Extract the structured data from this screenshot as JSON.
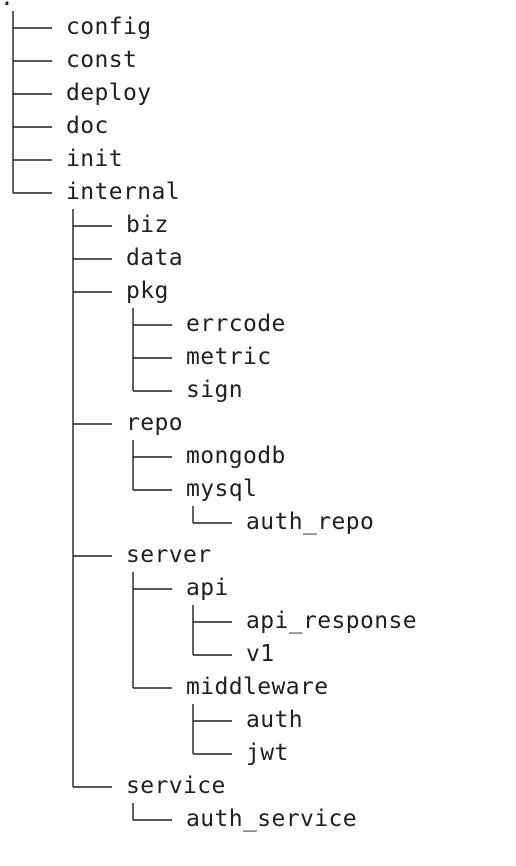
{
  "root": ".",
  "tree": [
    {
      "label": "config",
      "depth": 0,
      "last": false
    },
    {
      "label": "const",
      "depth": 0,
      "last": false
    },
    {
      "label": "deploy",
      "depth": 0,
      "last": false
    },
    {
      "label": "doc",
      "depth": 0,
      "last": false
    },
    {
      "label": "init",
      "depth": 0,
      "last": false
    },
    {
      "label": "internal",
      "depth": 0,
      "last": true
    },
    {
      "label": "biz",
      "depth": 1,
      "last": false
    },
    {
      "label": "data",
      "depth": 1,
      "last": false
    },
    {
      "label": "pkg",
      "depth": 1,
      "last": false
    },
    {
      "label": "errcode",
      "depth": 2,
      "last": false
    },
    {
      "label": "metric",
      "depth": 2,
      "last": false
    },
    {
      "label": "sign",
      "depth": 2,
      "last": true
    },
    {
      "label": "repo",
      "depth": 1,
      "last": false
    },
    {
      "label": "mongodb",
      "depth": 2,
      "last": false
    },
    {
      "label": "mysql",
      "depth": 2,
      "last": true
    },
    {
      "label": "auth_repo",
      "depth": 3,
      "last": true
    },
    {
      "label": "server",
      "depth": 1,
      "last": false
    },
    {
      "label": "api",
      "depth": 2,
      "last": false
    },
    {
      "label": "api_response",
      "depth": 3,
      "last": false
    },
    {
      "label": "v1",
      "depth": 3,
      "last": true
    },
    {
      "label": "middleware",
      "depth": 2,
      "last": true
    },
    {
      "label": "auth",
      "depth": 3,
      "last": false
    },
    {
      "label": "jwt",
      "depth": 3,
      "last": true
    },
    {
      "label": "service",
      "depth": 1,
      "last": true
    },
    {
      "label": "auth_service",
      "depth": 2,
      "last": true
    }
  ]
}
